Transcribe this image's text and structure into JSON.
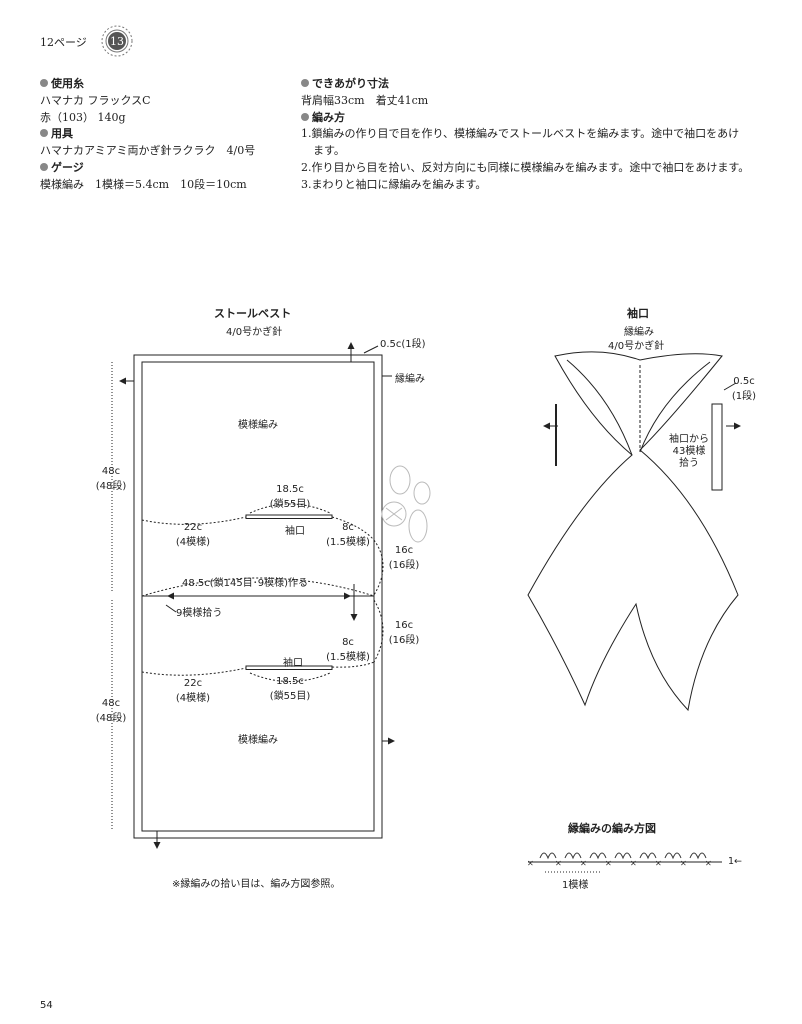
{
  "header": {
    "page_ref": "12ページ",
    "badge": "13"
  },
  "materials": {
    "yarn_heading": "使用糸",
    "yarn_name": "ハマナカ フラックスC",
    "yarn_color": "赤（103） 140g",
    "tools_heading": "用具",
    "tools_value": "ハマナカアミアミ両かぎ針ラクラク　4/0号",
    "gauge_heading": "ゲージ",
    "gauge_value": "模様編み　1模様＝5.4cm　10段＝10cm"
  },
  "finished": {
    "size_heading": "できあがり寸法",
    "size_value": "背肩幅33cm　着丈41cm",
    "method_heading": "編み方",
    "steps": [
      "1.鎖編みの作り目で目を作り、模様編みでストールベストを編みます。途中で袖口をあけ",
      "ます。",
      "2.作り目から目を拾い、反対方向にも同様に模様編みを編みます。途中で袖口をあけます。",
      "3.まわりと袖口に縁編みを編みます。"
    ]
  },
  "stole_diagram": {
    "title": "ストールベスト",
    "hook": "4/0号かぎ針",
    "edge_top": "0.5c(1段)",
    "edging": "縁編み",
    "pattern_upper": "模様編み",
    "pattern_lower": "模様編み",
    "height_upper": "48c",
    "height_upper_rows": "(48段)",
    "height_lower": "48c",
    "height_lower_rows": "(48段)",
    "armhole_upper_w": "18.5c",
    "armhole_upper_ch": "(鎖55目)",
    "armhole_upper_label": "袖口",
    "left_upper": "22c",
    "left_upper_rep": "(4模様)",
    "right_upper": "8c",
    "right_upper_rep": "(1.5模様)",
    "side_upper": "16c",
    "side_upper_rows": "(16段)",
    "foundation": "48.5c(鎖145目･9模様)作る",
    "pickup": "9模様拾う",
    "side_lower": "16c",
    "side_lower_rows": "(16段)",
    "right_lower": "8c",
    "right_lower_rep": "(1.5模様)",
    "armhole_lower_label": "袖口",
    "left_lower": "22c",
    "left_lower_rep": "(4模様)",
    "armhole_lower_w": "18.5c",
    "armhole_lower_ch": "(鎖55目)",
    "note": "※縁編みの拾い目は、編み方図参照。"
  },
  "cuff_diagram": {
    "title": "袖口",
    "edging": "縁編み",
    "hook": "4/0号かぎ針",
    "width": "0.5c",
    "rows": "(1段)",
    "pick_1": "袖口から",
    "pick_2": "43模様",
    "pick_3": "拾う"
  },
  "edging_chart": {
    "title": "縁編みの編み方図",
    "repeat": "1模様",
    "row_mark": "1←"
  },
  "footer": {
    "page_number": "54"
  }
}
